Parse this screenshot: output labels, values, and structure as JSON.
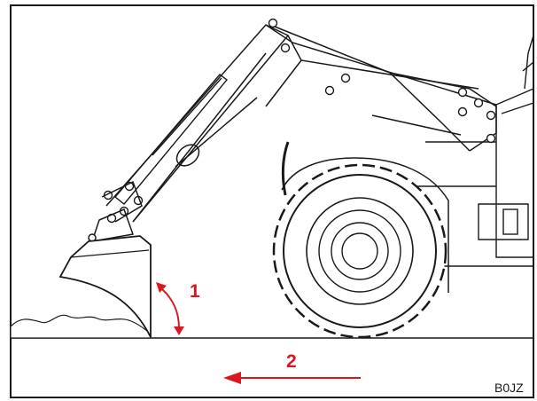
{
  "labels": {
    "step1": "1",
    "step2": "2",
    "figure_code": "B0JZ"
  },
  "colors": {
    "line": "#1a1a1a",
    "accent": "#d7191f",
    "background": "#ffffff"
  }
}
